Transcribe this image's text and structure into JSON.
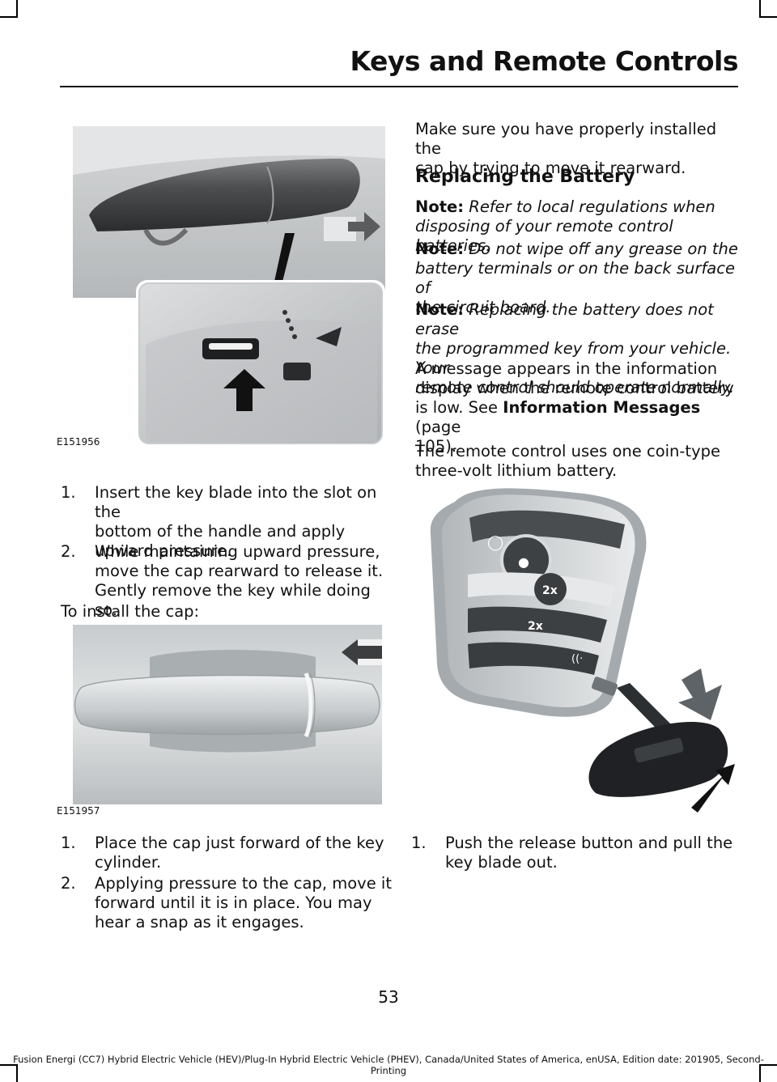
{
  "header": {
    "title": "Keys and Remote Controls"
  },
  "figures": {
    "fig1_id": "E151956",
    "fig2_id": "E151957"
  },
  "left": {
    "steps_a": [
      {
        "num": "1.",
        "lines": [
          "Insert the key blade into the slot on the",
          "bottom of the handle and apply",
          "upward pressure."
        ]
      },
      {
        "num": "2.",
        "lines": [
          "While maintaining upward pressure,",
          "move the cap rearward to release it.",
          "Gently remove the key while doing so."
        ]
      }
    ],
    "install_heading": "To install the cap:",
    "steps_b": [
      {
        "num": "1.",
        "lines": [
          "Place the cap just forward of the key",
          "cylinder."
        ]
      },
      {
        "num": "2.",
        "lines": [
          "Applying pressure to the cap, move it",
          "forward until it is in place. You may",
          "hear a snap as it engages."
        ]
      }
    ]
  },
  "right": {
    "intro_lines": [
      "Make sure you have properly installed the",
      "cap by trying to move it rearward."
    ],
    "section_title": "Replacing the Battery",
    "note_label": "Note:",
    "notes": [
      [
        "Refer to local regulations when",
        "disposing of your remote control batteries."
      ],
      [
        "Do not wipe off any grease on the",
        "battery terminals or on the back surface of",
        "the circuit board."
      ],
      [
        "Replacing the battery does not erase",
        "the programmed key from your vehicle.  Your",
        "remote control should operate normally."
      ]
    ],
    "message_lines": [
      "A message appears in the information",
      "display when the remote control battery"
    ],
    "message_line3_pre": "is low.  See ",
    "message_link": "Information Messages",
    "message_line3_post": " (page",
    "message_line4": "105).",
    "coin_lines": [
      "The remote control uses one coin-type",
      "three-volt lithium battery."
    ],
    "steps": [
      {
        "num": "1.",
        "lines": [
          "Push the release button and pull the",
          "key blade out."
        ]
      }
    ]
  },
  "page_number": "53",
  "footer": "Fusion Energi (CC7) Hybrid Electric Vehicle (HEV)/Plug-In Hybrid Electric Vehicle (PHEV), Canada/United States of America, enUSA, Edition date: 201905, Second-Printing"
}
